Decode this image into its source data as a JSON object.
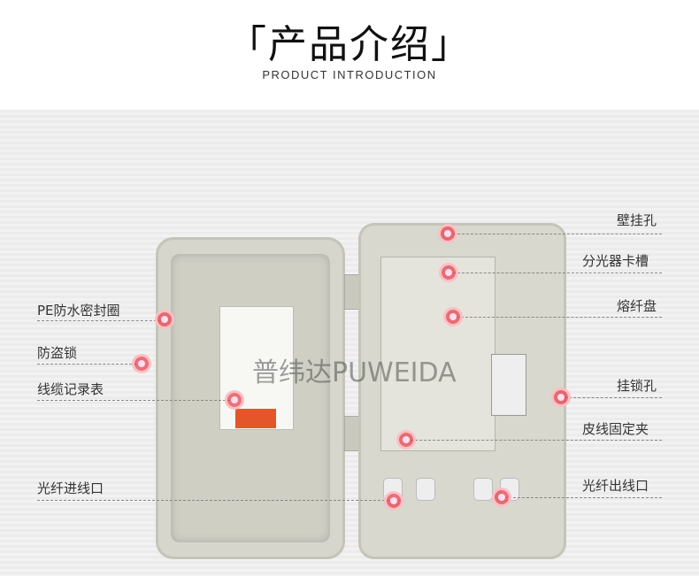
{
  "header": {
    "title": "「产品介绍」",
    "subtitle": "PRODUCT INTRODUCTION"
  },
  "watermark": "普纬达PUWEIDA",
  "labels_left": [
    "PE防水密封圈",
    "防盗锁",
    "线缆记录表",
    "光纤进线口"
  ],
  "labels_right": [
    "壁挂孔",
    "分光器卡槽",
    "熔纤盘",
    "挂锁孔",
    "皮线固定夹",
    "光纤出线口"
  ],
  "colors": {
    "marker": "#e64650",
    "background": "#efefef"
  }
}
